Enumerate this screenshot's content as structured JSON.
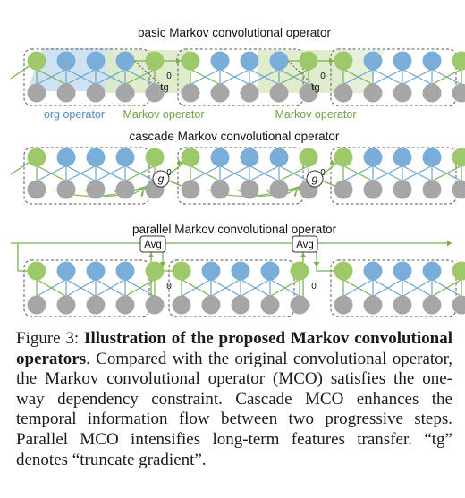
{
  "figure": {
    "panels": [
      {
        "title": "basic Markov convolutional operator"
      },
      {
        "title": "cascade Markov convolutional operator"
      },
      {
        "title": "parallel Markov convolutional operator"
      }
    ],
    "labels": {
      "org_operator": "org operator",
      "markov_operator": "Markov operator",
      "tg": "tg",
      "zero": "0",
      "g": "g",
      "avg": "Avg"
    },
    "colors": {
      "green_node": "#9dc96b",
      "blue_node": "#7aaed8",
      "gray_node": "#a6a6a6",
      "green_line": "#7ab04e",
      "blue_line": "#6aa3d1",
      "blue_text": "#4a8bc4",
      "green_text": "#6aa342",
      "green_shade": "#dcebc9",
      "blue_shade": "#c6ddef"
    }
  },
  "caption": {
    "label": "Figure 3:",
    "bold": "Illustration of the proposed Markov convolutional operators",
    "text": ". Compared with the original convolutional operator, the Markov convolutional operator (MCO) satisfies the one-way dependency constraint. Cascade MCO enhances the temporal information flow between two progressive steps. Parallel MCO intensifies long-term features transfer. “tg” denotes “truncate gradient”."
  }
}
